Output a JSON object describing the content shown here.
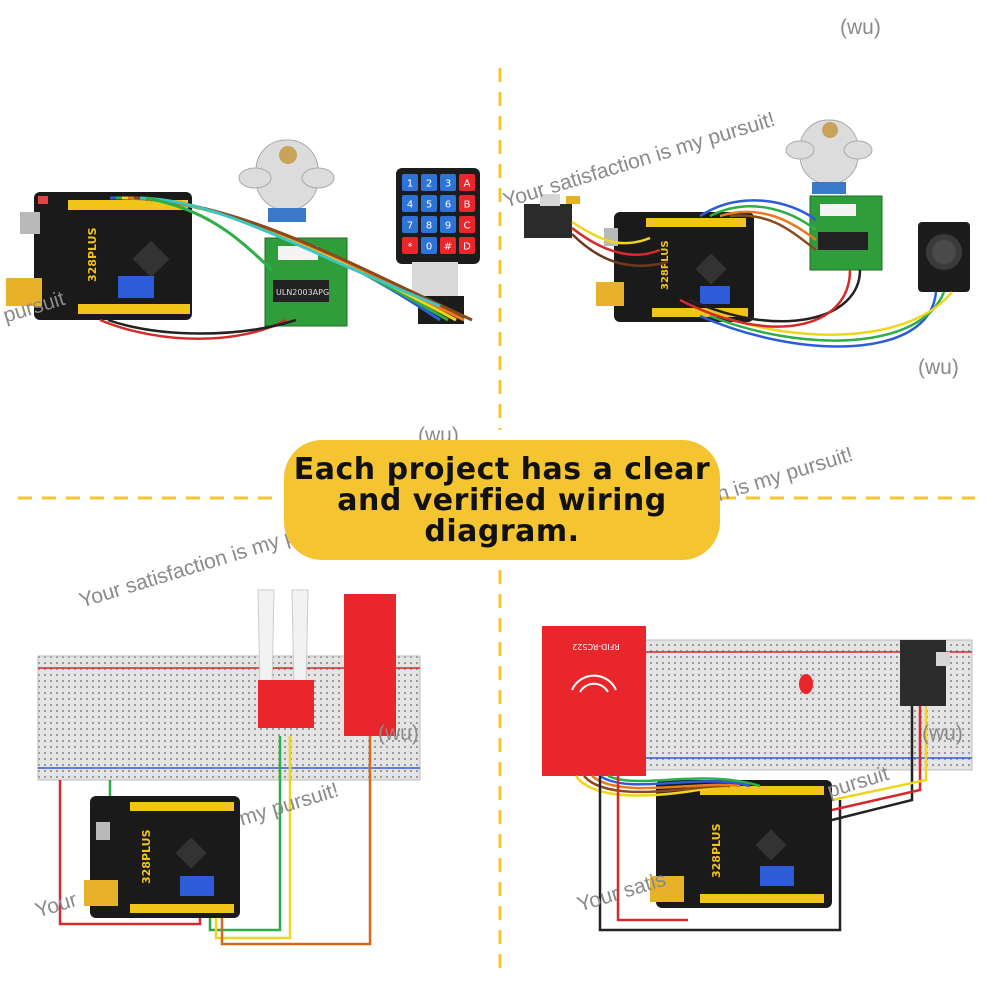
{
  "banner": {
    "line1": "Each project has a clear",
    "line2": "and verified wiring",
    "line3": "diagram."
  },
  "watermark": {
    "text": "Your satisfaction is my pursuit!",
    "tag": "(wu)",
    "frag_pursuit": "pursuit",
    "frag_your": "Your",
    "frag_my_pursuit": "my pursuit!",
    "frag_your_satis": "Your satis"
  },
  "board": {
    "label": "328PLUS",
    "chip": "ULN2003APG"
  },
  "keypad": {
    "keys": [
      "1",
      "2",
      "3",
      "A",
      "4",
      "5",
      "6",
      "B",
      "7",
      "8",
      "9",
      "C",
      "*",
      "0",
      "#",
      "D"
    ]
  },
  "rfid": {
    "label": "RFID-RC522"
  },
  "colors": {
    "banner": "#f4c531",
    "divider": "#f4c531",
    "board": "#1a1a1a",
    "header_yellow": "#f0c419",
    "rfid": "#e8262b",
    "sensor_red": "#e8262b",
    "relay_green": "#2e9d3a"
  }
}
